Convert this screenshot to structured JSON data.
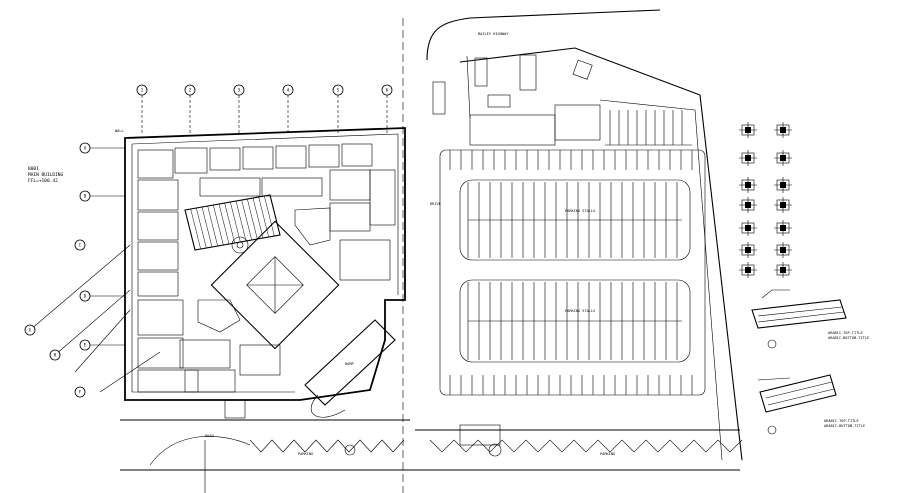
{
  "building": {
    "id": "B001",
    "name": "MAIN BUILDING",
    "level": "FFL=+100.42"
  },
  "labels": {
    "street_top": "BAILEY HIGHWAY",
    "parking_bottom_left": "PARKING",
    "parking_bottom_right": "PARKING",
    "parking_field_1": "PARKING STALLS",
    "parking_field_2": "PARKING STALLS",
    "drive": "DRIVE",
    "wall_mark": "WALL",
    "road_mark": "ROAD",
    "ramp_label": "RAMP"
  },
  "details": {
    "detail_a_title": "ARABIC-TOP-TITLE",
    "detail_a_sub": "ARABIC-BOTTOM-TITLE",
    "detail_b_title": "ARABIC-TOP-TITLE",
    "detail_b_sub": "ARABIC-BOTTOM-TITLE"
  },
  "grid_top": [
    "1",
    "2",
    "3",
    "4",
    "5",
    "6"
  ],
  "grid_left": [
    "A",
    "B",
    "C",
    "D",
    "E",
    "F",
    "G",
    "H"
  ],
  "colors": {
    "ink": "#000000",
    "paper": "#ffffff"
  }
}
